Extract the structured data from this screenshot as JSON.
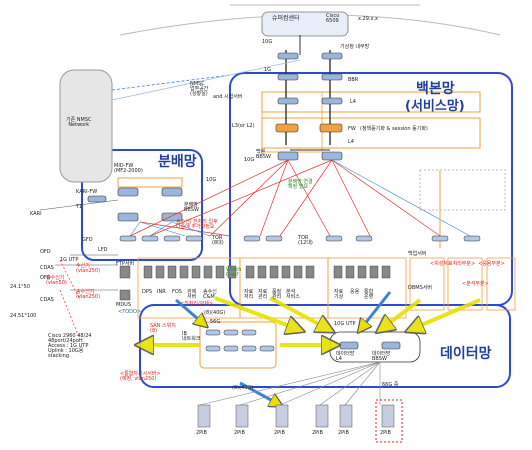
{
  "diagram": {
    "regions": {
      "backbone_title": "백본망",
      "backbone_subtitle": "(서비스망)",
      "distribution_title": "분배망",
      "data_title": "데이터망"
    },
    "top": {
      "supercomputer_center": "슈퍼컴센터",
      "cisco_6509": "Cisco\n6509",
      "subnet": "x.29.x.x",
      "link_10g": "10G",
      "internal_net": "기상청 내부망",
      "gbe_1g": "1G",
      "bbr": "BBR"
    },
    "legacy": {
      "nmsc_network": "기존 NMSC\nNetwork",
      "nmsc_space": "NMSC\n업무공간\n(상황실)",
      "nmsc_server": "and 시험서버",
      "l3_note": "L3(or L2)"
    },
    "backbone": {
      "l4": "L4",
      "fw_label": "FW",
      "fw_note": "(정책동기화 & session 동기화)",
      "l4b": "L4",
      "bbsw": "백본\nBBSW",
      "link_10g_a": "10G",
      "link_10g_b": "10G"
    },
    "distribution": {
      "mid_fw": "MID-FW\n(MF2-2000)",
      "dist_bbsw": "분배망\nBBSW",
      "kari_fw": "KARI-FW",
      "kari_kw": "KARI",
      "t1": "T1",
      "gfd": "GFD",
      "lfd": "LFD",
      "note_red": "송수신/ 전처리 입후\n나중에 추가확정요",
      "tor_a": "TOR\n(8대)",
      "tor_b": "TOR\n(12대)",
      "which_one": "Which\nOne?",
      "green_note": "분배망 연결\n확정 필요"
    },
    "servers": {
      "ftp": "FTP서버",
      "mdus": "MDUS",
      "row_labels": [
        "DPS",
        "INR",
        "FOS",
        "관제\n서버",
        "송수신\nC&M",
        "자료\n처리",
        "자료\n관리",
        "품질\n관리",
        "분석\n서비스",
        "자료\n기상",
        "응용",
        "통합\n운영",
        "DBMS서버"
      ],
      "backup": "백업서버",
      "todo": "<TODO>",
      "note_pro": "<전처리/관제>",
      "note_sat": "<위성자료처리부분>",
      "note_ana": "<분석부분>",
      "note_app": "<응용부분>"
    },
    "left_stations": {
      "ofd": "OFD",
      "utp_1g": "1G UTP",
      "cdas": "CDAS",
      "rx_a": "수신기\n(vlan250)",
      "rx_b": "송수신기\n(vlan250)",
      "tx_a": "송수신기\n(vlan50)",
      "coord_a": "24.1°50",
      "coord_b": "24.51°100",
      "cisco_spec": "Cisco 2960 48/24\n48port/24port\nAccess : 1G UTP\nUplink : 10G용\nstacking",
      "misc_note": "<통합자사시서버>\n(예정, vlan250)"
    },
    "data": {
      "san_note": "SAN 스위치\n(8)",
      "link_40g_a": "(8)(40G)",
      "link_40g_b": "(8)(40G)",
      "sg": "56G",
      "ib": "IB\n네트워크",
      "data_l4": "데이터망\nL4",
      "data_bbsw": "데이터망\nBBSW",
      "utp_10g": "10G UTP",
      "sixty_six": "66G 중",
      "storage": [
        "2PiB",
        "2PiB",
        "2PiB",
        "2PiB",
        "2PiB",
        "2PiB"
      ]
    },
    "colors": {
      "orange": "#f0a040",
      "blue_box": "#2f49d1",
      "red_link": "#e53333",
      "yellow_arrow": "#f6f000",
      "blue_arrow": "#3b83d8"
    }
  }
}
